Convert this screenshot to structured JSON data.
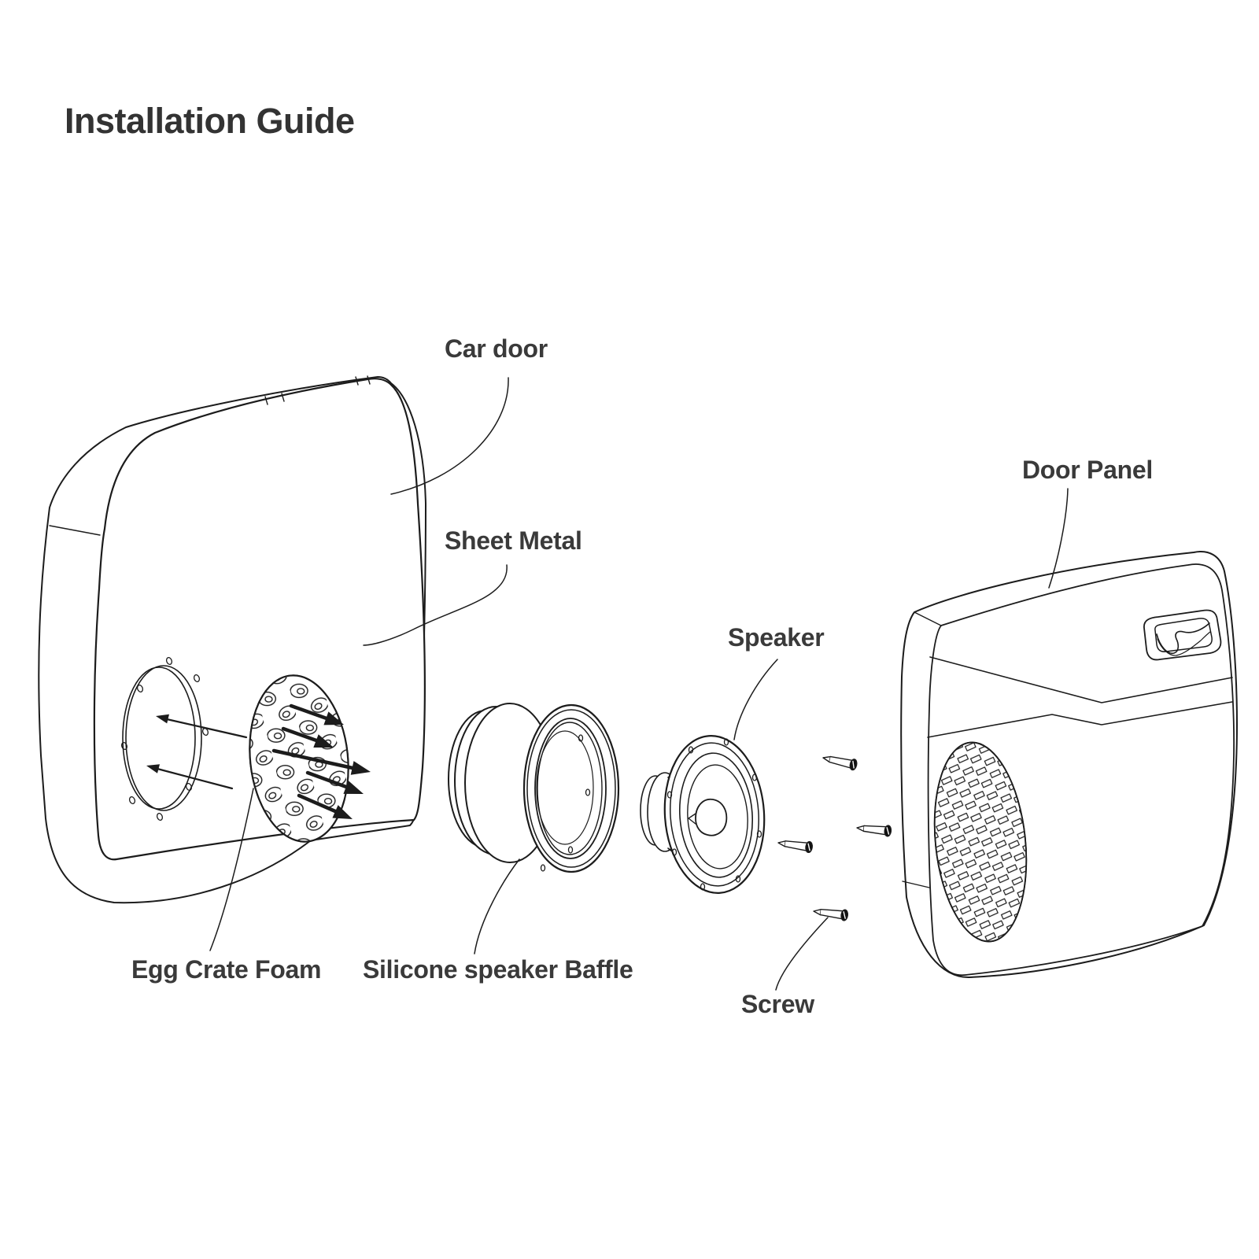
{
  "page": {
    "title": "Installation Guide"
  },
  "colors": {
    "background": "#ffffff",
    "line": "#1c1c1c",
    "label_text": "#3a3a3a"
  },
  "diagram": {
    "type": "exploded-view installation diagram of a car door speaker",
    "labels": {
      "car_door": "Car door",
      "sheet_metal": "Sheet Metal",
      "egg_crate_foam": "Egg Crate Foam",
      "silicone_baffle": "Silicone speaker Baffle",
      "speaker": "Speaker",
      "door_panel": "Door Panel",
      "screw": "Screw"
    }
  }
}
